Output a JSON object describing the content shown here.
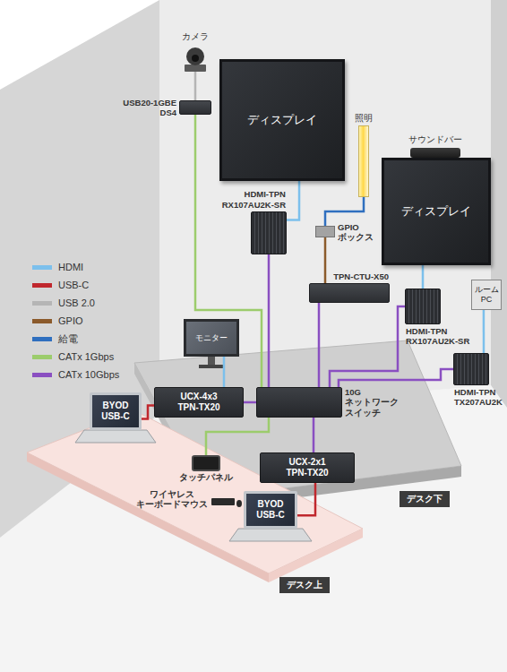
{
  "diagram": {
    "nodes": [
      {
        "text": [
          "カメラ"
        ]
      },
      {
        "text": [
          "USB20-1GBE DS4"
        ]
      },
      {
        "text": [
          "ディスプレイ"
        ]
      },
      {
        "text": [
          "照明"
        ]
      },
      {
        "text": [
          "サウンドバー"
        ]
      },
      {
        "text": [
          "ディスプレイ"
        ]
      },
      {
        "text": [
          "HDMI-TPN RX107AU2K-SR"
        ]
      },
      {
        "text": [
          "GPIO ボックス"
        ]
      },
      {
        "text": [
          "TPN-CTU-X50"
        ]
      },
      {
        "text": [
          "HDMI-TPN RX107AU2K-SR"
        ]
      },
      {
        "text": [
          "ルーム PC"
        ]
      },
      {
        "text": [
          "HDMI-TPN TX207AU2K"
        ]
      },
      {
        "text": [
          "モニター"
        ]
      },
      {
        "text": [
          "UCX-4x3 TPN-TX20"
        ]
      },
      {
        "text": [
          "10G ネットワーク スイッチ"
        ]
      },
      {
        "text": [
          "BYOD USB-C"
        ]
      },
      {
        "text": [
          "タッチパネル"
        ]
      },
      {
        "text": [
          "UCX-2x1 TPN-TX20"
        ]
      },
      {
        "text": [
          "BYOD USB-C"
        ]
      },
      {
        "text": [
          "デスク下"
        ]
      },
      {
        "text": [
          "デスク上"
        ]
      }
    ],
    "edges": [
      {
        "from": 0,
        "to": 1,
        "arrow": "none"
      },
      {
        "from": 1,
        "to": 14,
        "arrow": "none"
      },
      {
        "from": 6,
        "to": 2,
        "arrow": "none"
      },
      {
        "from": 6,
        "to": 14,
        "arrow": "none"
      },
      {
        "from": 3,
        "to": 7,
        "arrow": "none"
      },
      {
        "from": 7,
        "to": 8,
        "arrow": "none"
      },
      {
        "from": 8,
        "to": 14,
        "arrow": "none"
      },
      {
        "from": 9,
        "to": 5,
        "arrow": "none"
      },
      {
        "from": 9,
        "to": 14,
        "arrow": "none"
      },
      {
        "from": 10,
        "to": 11,
        "arrow": "none"
      },
      {
        "from": 11,
        "to": 14,
        "arrow": "none"
      },
      {
        "from": 13,
        "to": 12,
        "arrow": "none"
      },
      {
        "from": 13,
        "to": 14,
        "arrow": "none"
      },
      {
        "from": 15,
        "to": 13,
        "arrow": "none"
      },
      {
        "from": 16,
        "to": 14,
        "arrow": "none"
      },
      {
        "from": 17,
        "to": 14,
        "arrow": "none"
      },
      {
        "from": 18,
        "to": 17,
        "arrow": "none"
      }
    ],
    "labels": [
      "ワイヤレス キーボードマウス"
    ],
    "legend": [
      {
        "text": "HDMI",
        "color": "#7cc0ec"
      },
      {
        "text": "USB-C",
        "color": "#c0272d"
      },
      {
        "text": "USB 2.0",
        "color": "#b5b5b5"
      },
      {
        "text": "GPIO",
        "color": "#8b5a2b"
      },
      {
        "text": "給電",
        "color": "#2f6fbf"
      },
      {
        "text": "CATx 1Gbps",
        "color": "#9ccc6c"
      },
      {
        "text": "CATx 10Gbps",
        "color": "#8a4fc1"
      }
    ]
  }
}
